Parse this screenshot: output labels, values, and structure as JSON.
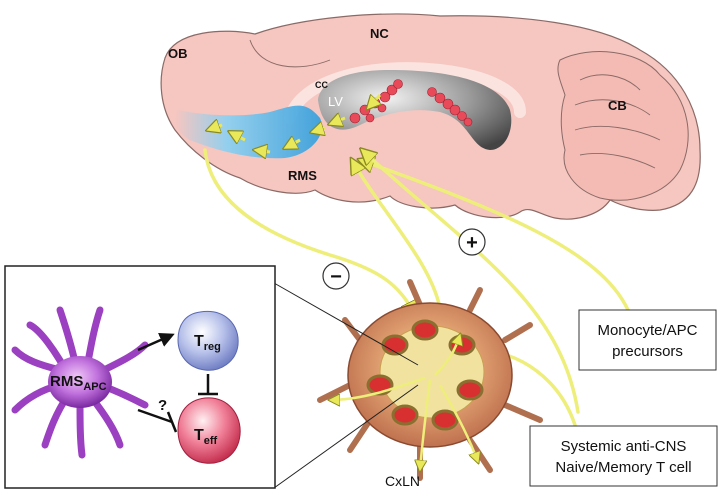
{
  "brain": {
    "labels": {
      "ob": "OB",
      "nc": "NC",
      "cb": "CB",
      "cc": "CC",
      "lv": "LV",
      "rms": "RMS"
    }
  },
  "lymph_node": {
    "label": "CxLN"
  },
  "signs": {
    "minus": "−",
    "plus": "+"
  },
  "boxes": {
    "monocyte": {
      "line1": "Monocyte/APC",
      "line2": "precursors"
    },
    "systemic": {
      "line1": "Systemic anti-CNS",
      "line2": "Naive/Memory T cell"
    }
  },
  "inset": {
    "rms_apc": {
      "main": "RMS",
      "sub": "APC"
    },
    "treg": {
      "main": "T",
      "sub": "reg"
    },
    "teff": {
      "main": "T",
      "sub": "eff"
    },
    "question": "?"
  },
  "colors": {
    "brain": "#f6c6c0",
    "brain_outline": "#8a6a66",
    "rms_blue": "#58b8e8",
    "arrow_yellow": "#eeee7a",
    "apc_purple": "#b05ad0",
    "treg_blue": "#9aa8dc",
    "teff_red": "#e0506a"
  }
}
